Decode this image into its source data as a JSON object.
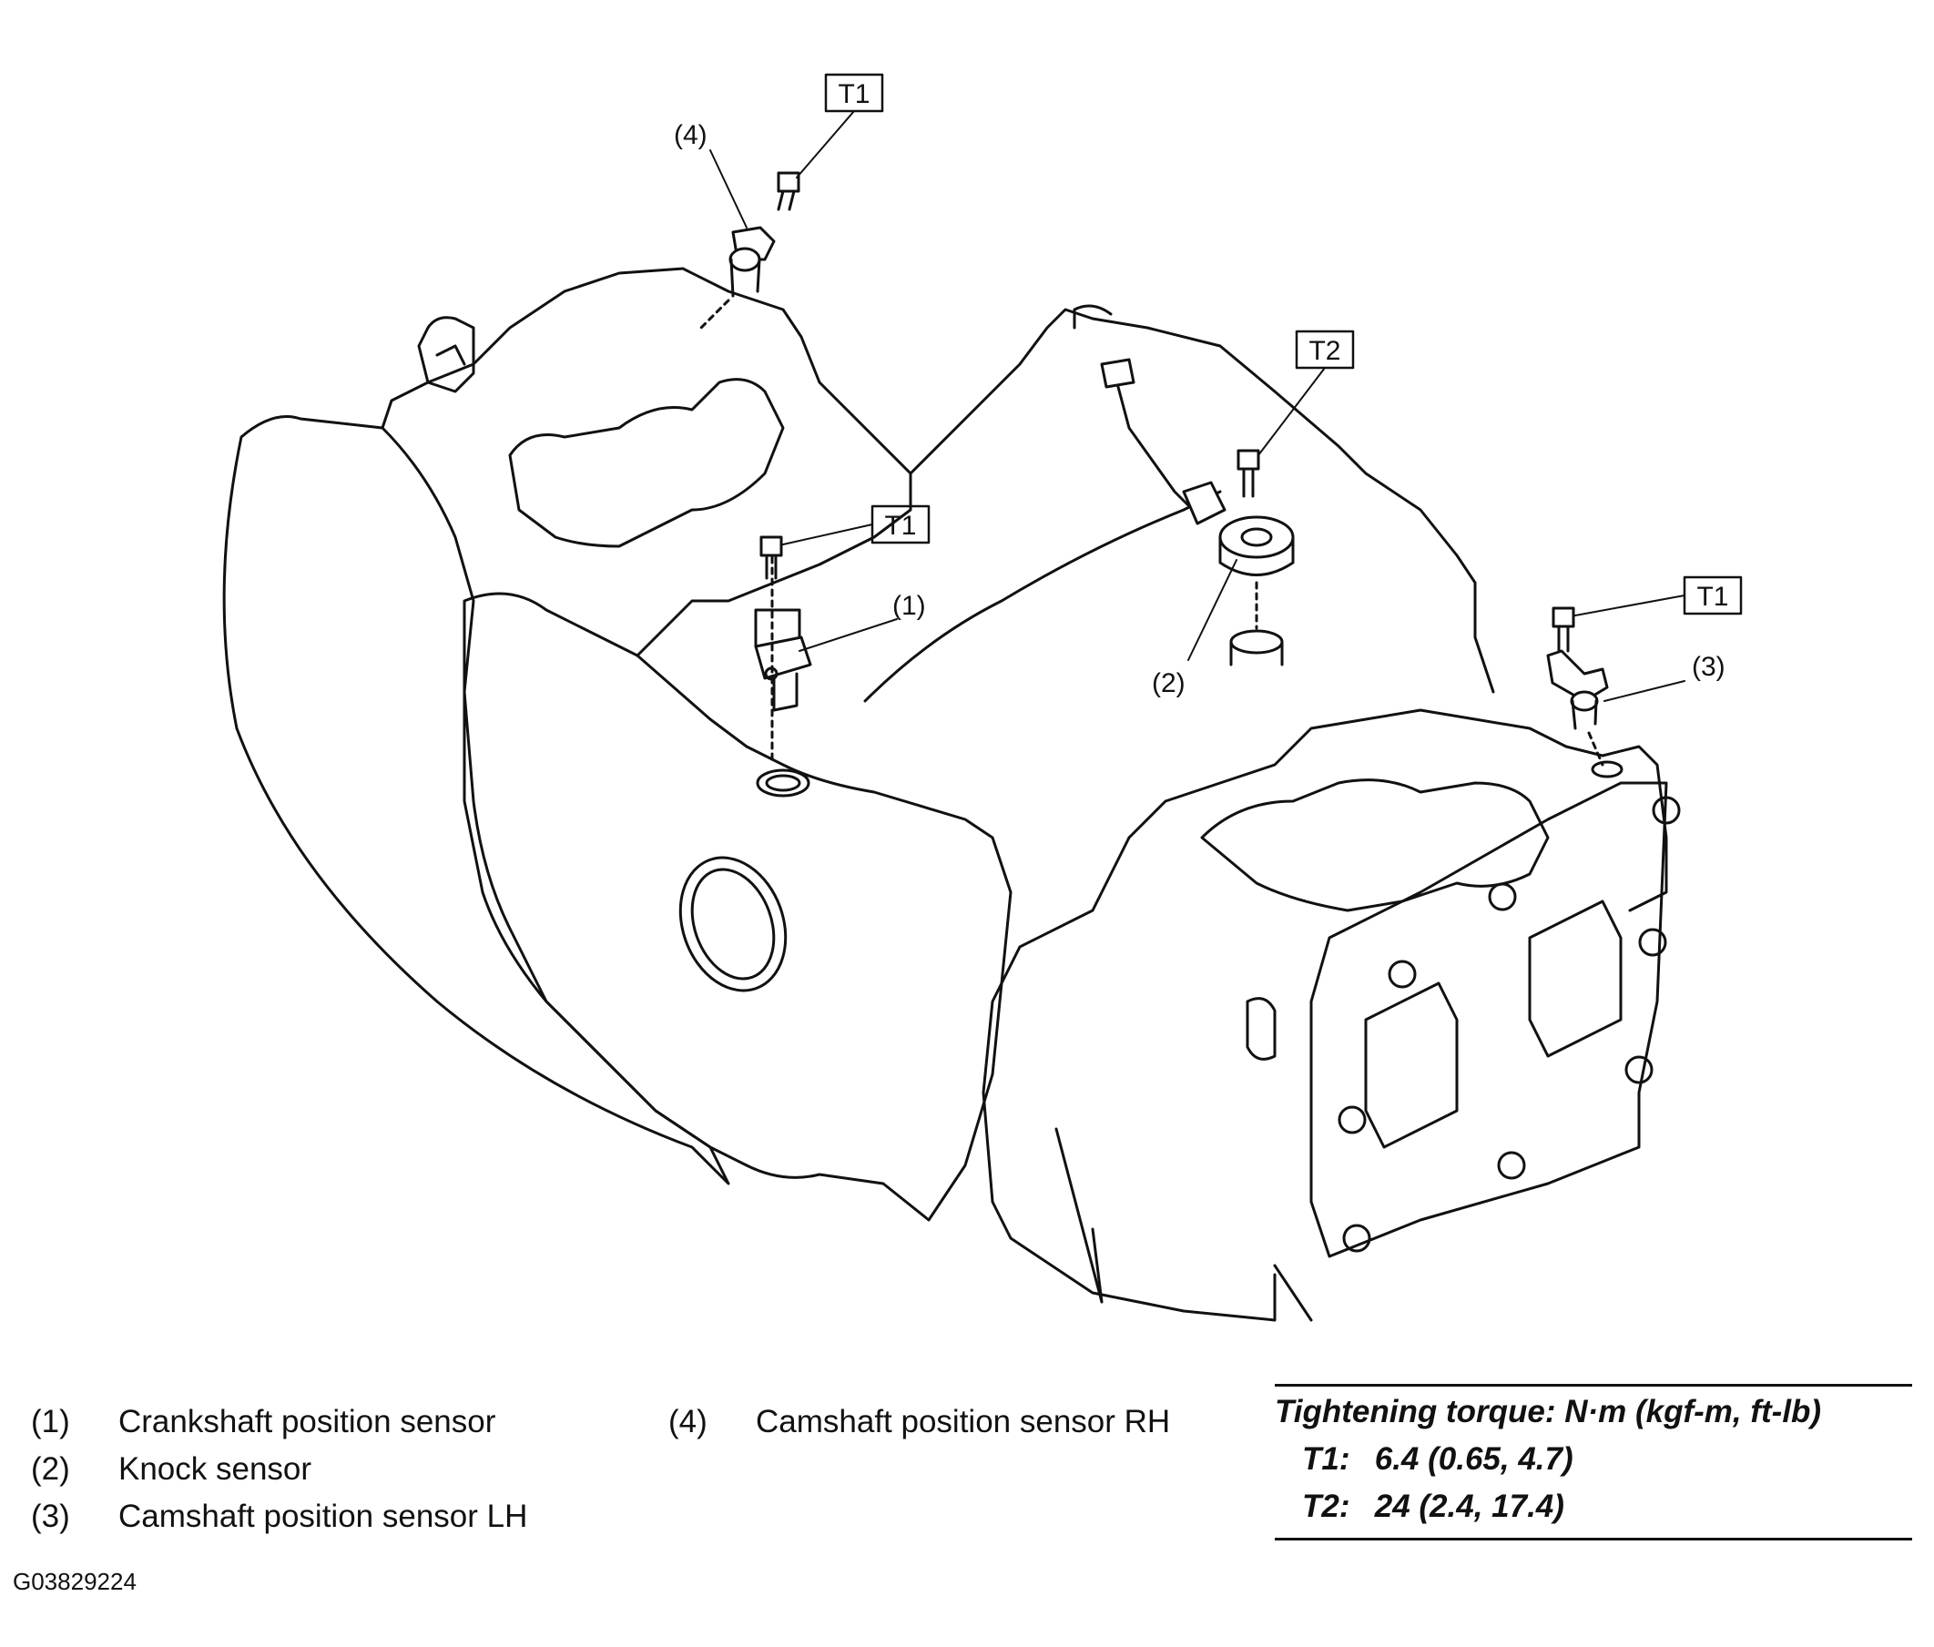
{
  "callouts": {
    "crank_num": "(1)",
    "knock_num": "(2)",
    "cam_lh_num": "(3)",
    "cam_rh_num": "(4)",
    "t1_top": "T1",
    "t1_mid": "T1",
    "t1_right": "T1",
    "t2": "T2"
  },
  "legend": {
    "items": [
      {
        "num": "(1)",
        "label": "Crankshaft position sensor"
      },
      {
        "num": "(2)",
        "label": "Knock sensor"
      },
      {
        "num": "(3)",
        "label": "Camshaft position sensor LH"
      },
      {
        "num": "(4)",
        "label": "Camshaft position sensor RH"
      }
    ]
  },
  "torque": {
    "heading": "Tightening torque: N·m (kgf-m, ft-lb)",
    "rows": [
      {
        "label": "T1:",
        "value": "6.4 (0.65, 4.7)"
      },
      {
        "label": "T2:",
        "value": "24 (2.4, 17.4)"
      }
    ]
  },
  "figure_id": "G03829224"
}
